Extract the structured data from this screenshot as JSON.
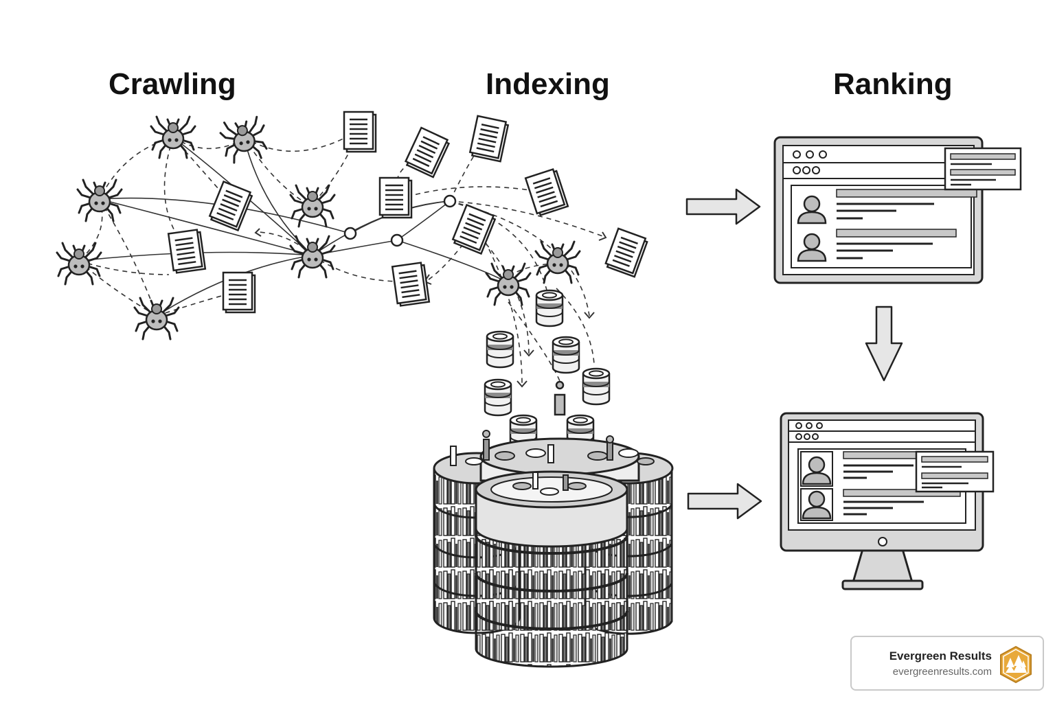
{
  "stages": {
    "crawling": "Crawling",
    "indexing": "Indexing",
    "ranking": "Ranking"
  },
  "brand": {
    "name": "Evergreen Results",
    "url": "evergreenresults.com",
    "logo_color": "#e8a93a"
  },
  "colors": {
    "ink": "#222222",
    "spider_body": "#bdbdbd",
    "panel_gray": "#e6e6e6"
  }
}
